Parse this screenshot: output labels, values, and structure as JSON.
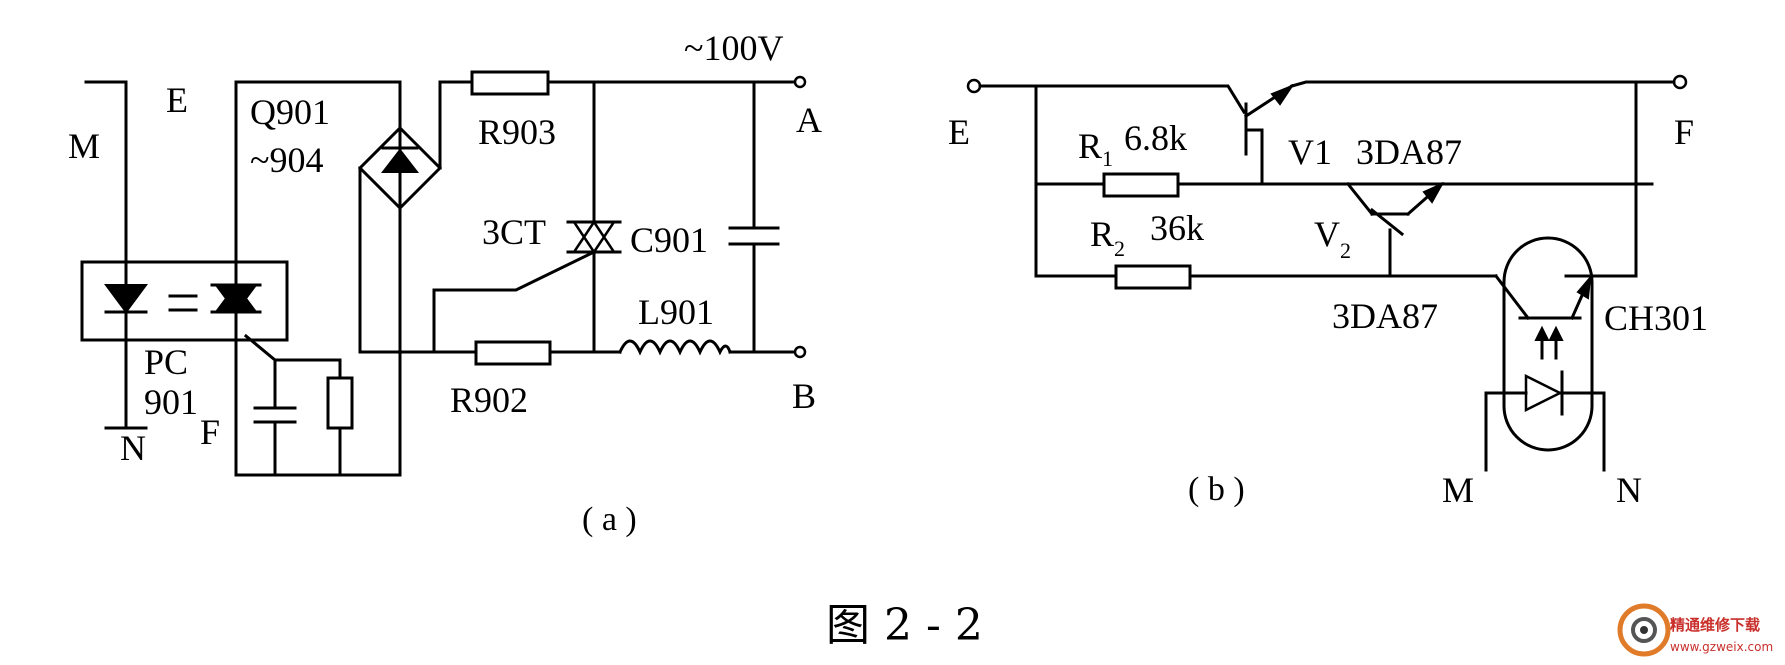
{
  "diagram_a": {
    "caption": "( a )",
    "labels": {
      "M": "M",
      "E": "E",
      "N": "N",
      "F": "F",
      "q901": "Q901",
      "q904": "~904",
      "pc": "PC",
      "pc_num": "901",
      "r903": "R903",
      "r902": "R902",
      "three_ct": "3CT",
      "c901": "C901",
      "l901": "L901",
      "voltage": "~100V",
      "A": "A",
      "B": "B"
    }
  },
  "diagram_b": {
    "caption": "( b )",
    "labels": {
      "E": "E",
      "F": "F",
      "r1": "R",
      "r1_sub": "1",
      "r1_val": "6.8k",
      "r2": "R",
      "r2_sub": "2",
      "r2_val": "36k",
      "v1": "V1",
      "v1_type": "3DA87",
      "v2": "V",
      "v2_sub": "2",
      "v2_type": "3DA87",
      "ch301": "CH301",
      "M": "M",
      "N": "N"
    }
  },
  "figure_title": "图 2 - 2",
  "watermark": {
    "name": "精通维修下载",
    "url": "www.gzweix.com"
  }
}
